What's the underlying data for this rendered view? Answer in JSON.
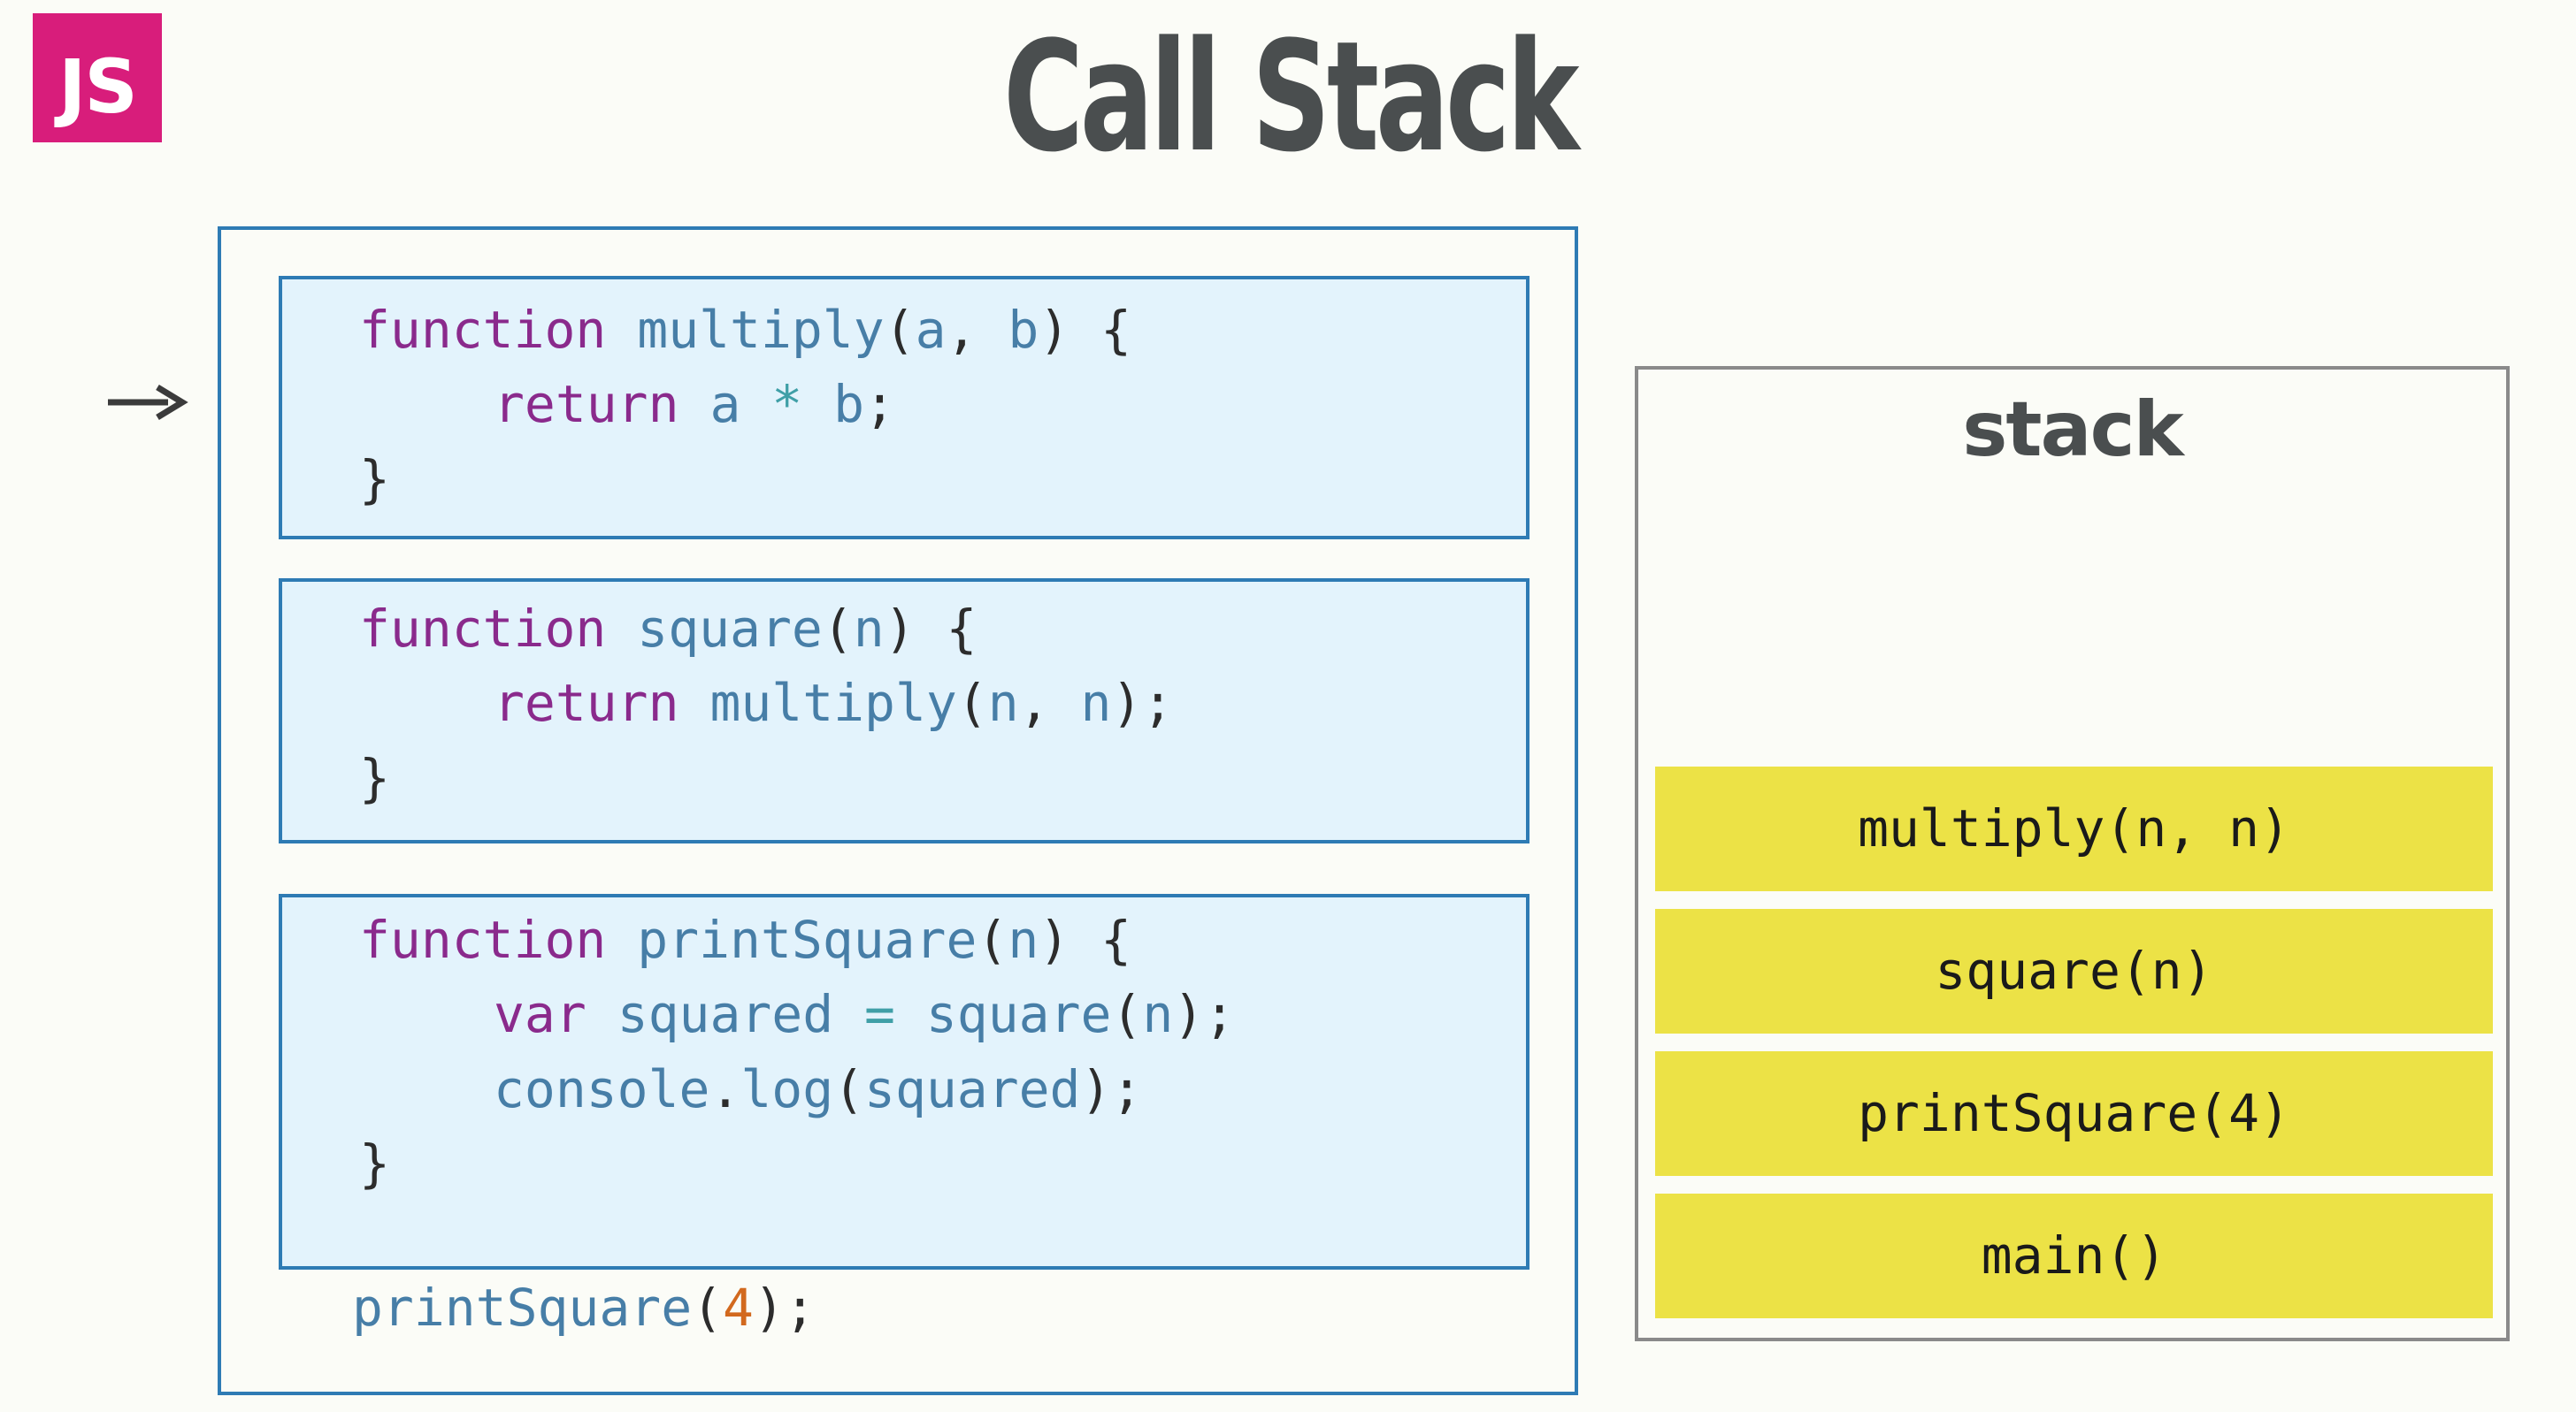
{
  "logo": {
    "text": "JS",
    "color": "#d81d7b"
  },
  "title": "Call Stack",
  "code": {
    "multiply": {
      "line1": {
        "kw": "function",
        "name": "multiply",
        "open": "(",
        "a": "a",
        "comma": ", ",
        "b": "b",
        "close": ") {"
      },
      "line2": {
        "kw": "return",
        "a": "a",
        "op": "*",
        "b": "b",
        "semi": ";"
      },
      "line3": "}"
    },
    "square": {
      "line1": {
        "kw": "function",
        "name": "square",
        "open": "(",
        "n": "n",
        "close": ") {"
      },
      "line2": {
        "kw": "return",
        "call": "multiply",
        "open": "(",
        "n1": "n",
        "comma": ", ",
        "n2": "n",
        "close": ");"
      },
      "line3": "}"
    },
    "printSquare": {
      "line1": {
        "kw": "function",
        "name": "printSquare",
        "open": "(",
        "n": "n",
        "close": ") {"
      },
      "line2": {
        "kw": "var",
        "var": "squared",
        "op": "=",
        "call": "square",
        "open": "(",
        "n": "n",
        "close": ");"
      },
      "line3": {
        "obj": "console",
        "dot": ".",
        "method": "log",
        "open": "(",
        "arg": "squared",
        "close": ");"
      },
      "line4": "}"
    },
    "invocation": {
      "call": "printSquare",
      "open": "(",
      "arg": "4",
      "close": ");"
    }
  },
  "stack": {
    "title": "stack",
    "frames": [
      "multiply(n, n)",
      "square(n)",
      "printSquare(4)",
      "main()"
    ],
    "frame_color": "#ece246"
  },
  "colors": {
    "code_border": "#2e7bb4",
    "code_box_bg": "#e3f3fc",
    "keyword": "#8a2a8c",
    "identifier": "#477ea7",
    "number": "#d2691e"
  }
}
